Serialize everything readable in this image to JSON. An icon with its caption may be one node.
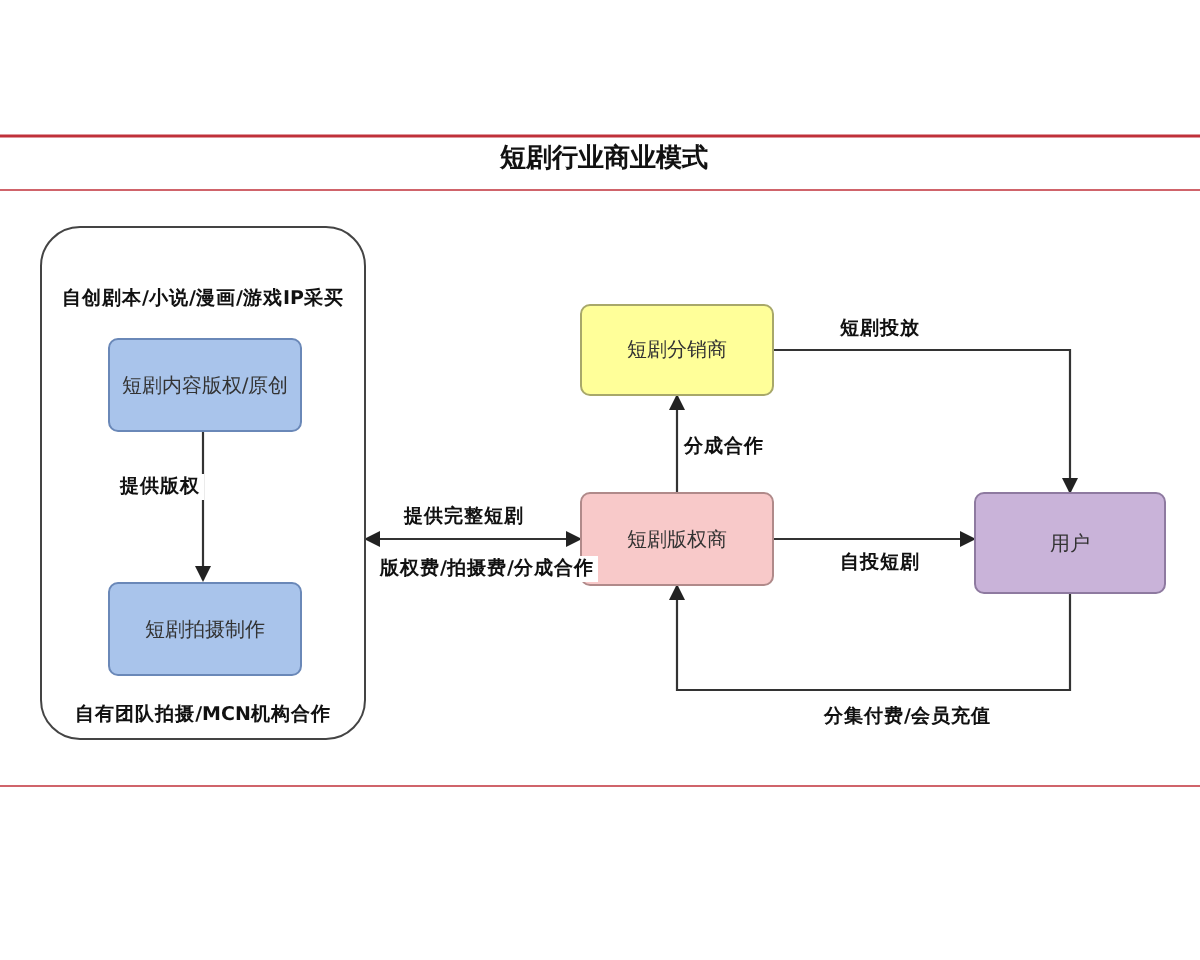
{
  "diagram": {
    "title": "短剧行业商业模式",
    "nodes": [
      {
        "text": [
          "自创剧本/小说/漫画/游戏IP采买",
          "自有团队拍摄/MCN机构合作"
        ]
      },
      {
        "text": [
          "短剧内容版权/原创"
        ],
        "in": 0
      },
      {
        "text": [
          "短剧拍摄制作"
        ],
        "in": 0
      },
      {
        "text": [
          "短剧分销商"
        ]
      },
      {
        "text": [
          "短剧版权商"
        ]
      },
      {
        "text": [
          "用户"
        ]
      }
    ],
    "edges": [
      {
        "from": 1,
        "to": 2,
        "arrow": "to",
        "label": "提供版权"
      },
      {
        "from": 0,
        "to": 4,
        "arrow": "both",
        "label": "提供完整短剧"
      },
      {
        "from": 4,
        "to": 3,
        "arrow": "to",
        "label": "分成合作"
      },
      {
        "from": 3,
        "to": 5,
        "arrow": "to",
        "label": "短剧投放"
      },
      {
        "from": 4,
        "to": 5,
        "arrow": "to",
        "label": "自投短剧"
      },
      {
        "from": 5,
        "to": 4,
        "arrow": "to",
        "label": "分集付费/会员充值"
      }
    ],
    "labels": [
      "版权费/拍摄费/分成合作"
    ]
  }
}
